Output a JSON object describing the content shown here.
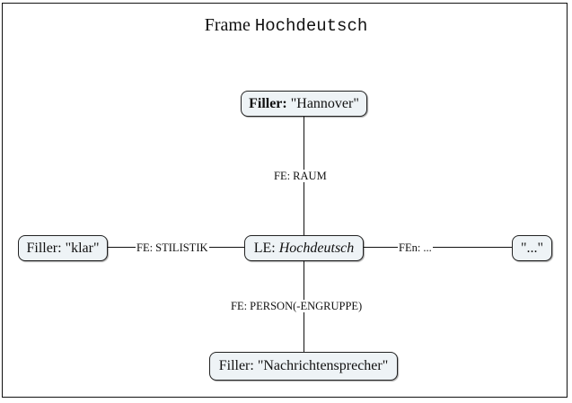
{
  "title": {
    "prefix": "Frame",
    "name": "Hochdeutsch"
  },
  "nodes": {
    "top": {
      "key": "Filler:",
      "value": "\"Hannover\""
    },
    "left": {
      "key": "Filler:",
      "value": "\"klar\""
    },
    "center": {
      "key": "LE:",
      "value": "Hochdeutsch"
    },
    "right": {
      "value": "\"...\""
    },
    "bottom": {
      "key": "Filler:",
      "value": "\"Nachrichtensprecher\""
    }
  },
  "edges": {
    "top": "FE: RAUM",
    "left": "FE: STILISTIK",
    "right": "FEn: ...",
    "bottom": "FE: PERSON(-ENGRUPPE)"
  }
}
